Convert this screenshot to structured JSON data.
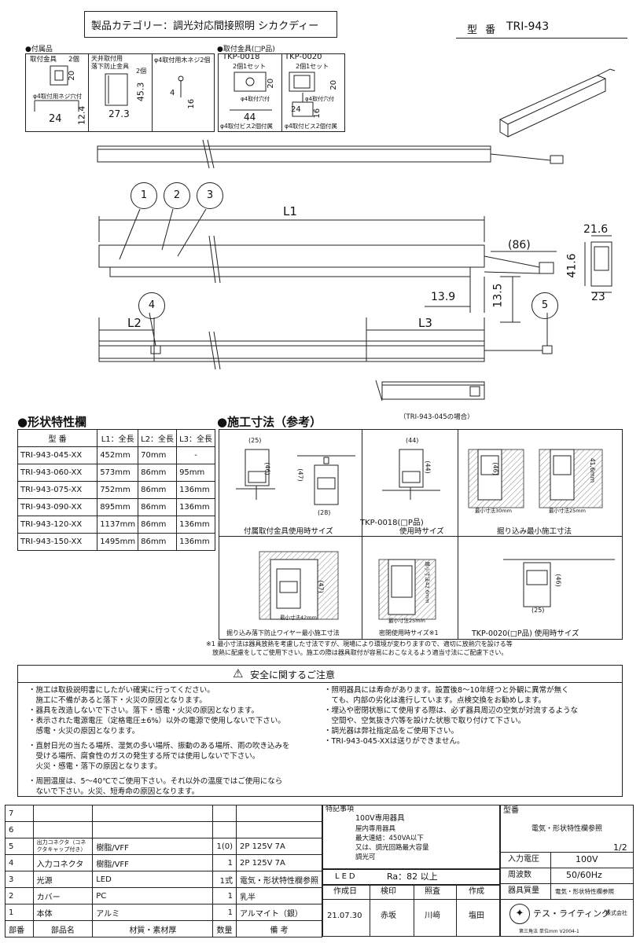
{
  "header": {
    "category": "製品カテゴリー：調光対応間接照明 シカクディー",
    "model_label": "型 番",
    "model": "TRI-943"
  },
  "accessories": {
    "title": "●付属品",
    "bracket": {
      "label": "取付金具",
      "qty": "2個",
      "dims": [
        "20",
        "24",
        "12.4"
      ],
      "screw_note": "φ4取付用ネジ穴付"
    },
    "anti_drop": {
      "label1": "天井取付用",
      "label2": "落下防止金具",
      "qty": "2個",
      "dims": [
        "45.3",
        "27.3"
      ]
    },
    "screw": {
      "label": "φ4取付用木ネジ2個",
      "dims": [
        "4",
        "16"
      ]
    },
    "options": {
      "title": "●取付金具(□P品)",
      "tkp18": {
        "name": "TKP-0018",
        "qty": "2個1セット",
        "dims": [
          "20",
          "44"
        ],
        "note1": "φ4取付穴付",
        "note2": "φ4取付ビス2個付属"
      },
      "tkp20": {
        "name": "TKP-0020",
        "qty": "2個1セット",
        "dims": [
          "20",
          "24",
          "16"
        ],
        "note1": "φ4取付穴付",
        "note2": "φ4取付ビス2個付属"
      }
    }
  },
  "drawing": {
    "balloons": [
      "1",
      "2",
      "3",
      "4",
      "5"
    ],
    "dims": {
      "L1": "L1",
      "L2": "L2",
      "L3": "L3",
      "d86": "(86)",
      "d13_9": "13.9",
      "d13_5": "13.5",
      "d21_6": "21.6",
      "d41_6": "41.6",
      "d23": "23"
    },
    "note045": "（TRI-943-045の場合）"
  },
  "spec_table": {
    "title": "●形状特性欄",
    "headers": [
      "型 番",
      "L1：全長",
      "L2：全長",
      "L3：全長"
    ],
    "rows": [
      [
        "TRI-943-045-XX",
        "452mm",
        "70mm",
        "-"
      ],
      [
        "TRI-943-060-XX",
        "573mm",
        "86mm",
        "95mm"
      ],
      [
        "TRI-943-075-XX",
        "752mm",
        "86mm",
        "136mm"
      ],
      [
        "TRI-943-090-XX",
        "895mm",
        "86mm",
        "136mm"
      ],
      [
        "TRI-943-120-XX",
        "1137mm",
        "86mm",
        "136mm"
      ],
      [
        "TRI-943-150-XX",
        "1495mm",
        "86mm",
        "136mm"
      ]
    ]
  },
  "install": {
    "title": "●施工寸法（参考）",
    "captions": [
      "付属取付金具使用時サイズ",
      "TKP-0018(□P品)",
      "使用時サイズ",
      "掘り込み最小施工寸法",
      "掘り込み落下防止ワイヤー最小施工寸法",
      "密閉使用時サイズ※1",
      "TKP-0020(□P品) 使用時サイズ"
    ],
    "dims": [
      "(25)",
      "(46)",
      "(47)",
      "(28)",
      "(44)",
      "(44)",
      "(46)",
      "41.6mm",
      "最小寸法30mm",
      "最小寸法25mm",
      "(47)",
      "最小寸法42mm",
      "最小寸法42.6mm",
      "最小寸法25mm",
      "(46)",
      "(25)"
    ],
    "note1": "※1 最小寸法は器具放熱を考慮した寸法ですが、現場により環境が変わりますので、適切に放熱穴を設ける等",
    "note2": "放熱に配慮をしてご使用下さい。施工の際は器具取付が容易におこなえるよう適当寸法にご配慮下さい。"
  },
  "safety": {
    "title": "安全に関するご注意",
    "left": [
      "・施工は取扱説明書にしたがい確実に行ってください。",
      "　施工に不備があると落下・火災の原因となります。",
      "・器具を改造しないで下さい。落下・感電・火災の原因となります。",
      "・表示された電源電圧（定格電圧±6%）以外の電源で使用しないで下さい。",
      "　感電・火災の原因となります。",
      "・直射日光の当たる場所、湿気の多い場所、振動のある場所、雨の吹き込みを",
      "　受ける場所、腐食性のガスの発生する所では使用しないで下さい。",
      "　火災・感電・落下の原因となります。",
      "・周囲温度は、5～40℃でご使用下さい。それ以外の温度ではご使用になら",
      "　ないで下さい。火災、短寿命の原因となります。"
    ],
    "right": [
      "・照明器具には寿命があります。設置後8～10年経つと外観に異常が無く",
      "　ても、内部の劣化は進行しています。点検交換をお勧めします。",
      "・埋込や密閉状態にて使用する際は、必ず器具周辺の空気が対流するような",
      "　空間や、空気抜き穴等を設けた状態で取り付けて下さい。",
      "・調光器は弊社指定品をご使用下さい。",
      "・TRI-943-045-XXは送りができません。"
    ]
  },
  "parts": {
    "rows": [
      [
        "7",
        "",
        "",
        "",
        ""
      ],
      [
        "6",
        "",
        "",
        "",
        ""
      ],
      [
        "5",
        "出力コネクタ（コネクタキャップ付き）",
        "樹脂/VFF",
        "1(0)",
        "2P 125V 7A"
      ],
      [
        "4",
        "入力コネクタ",
        "樹脂/VFF",
        "1",
        "2P 125V 7A"
      ],
      [
        "3",
        "光源",
        "LED",
        "1式",
        "電気・形状特性欄参照"
      ],
      [
        "2",
        "カバー",
        "PC",
        "1",
        "乳半"
      ],
      [
        "1",
        "本体",
        "アルミ",
        "1",
        "アルマイト（銀）"
      ]
    ],
    "footer": [
      "部番",
      "部品名",
      "材質・素材厚",
      "数量",
      "備 考"
    ]
  },
  "notes": {
    "title": "特記事項",
    "lines": [
      "100V専用器具",
      "屋内専用器具",
      "最大連結：450VA以下",
      "又は、調光回路最大容量",
      "調光可"
    ]
  },
  "mid": {
    "led": "LED",
    "ra": "Ra：82 以上",
    "headers": [
      "作成日",
      "検印",
      "照査",
      "作成"
    ],
    "values": [
      "21.07.30",
      "赤坂",
      "川﨑",
      "塩田"
    ]
  },
  "right_block": {
    "model_label": "型番",
    "model_ref": "電気・形状特性欄参照",
    "page": "1/2",
    "rows": [
      [
        "入力電圧",
        "100V"
      ],
      [
        "周波数",
        "50/60Hz"
      ],
      [
        "器具質量",
        "電気・形状特性欄参照"
      ]
    ],
    "company": "テス・ライティング",
    "company_suffix": "株式会社"
  },
  "footer_note": "第三角法 単位mm V2004-1"
}
